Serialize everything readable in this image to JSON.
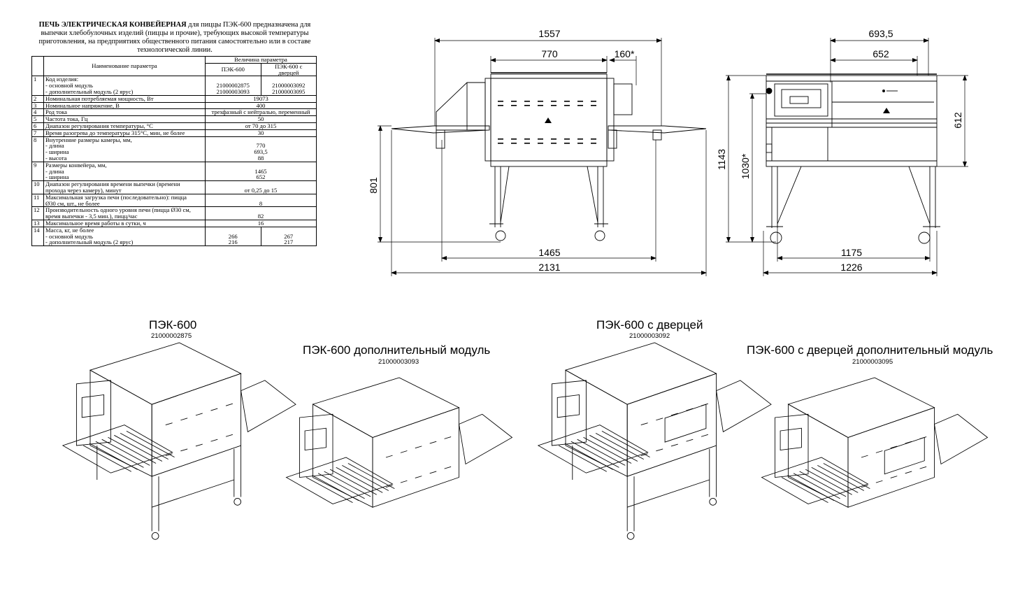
{
  "intro": {
    "bold": "ПЕЧЬ ЭЛЕКТРИЧЕСКАЯ КОНВЕЙЕРНАЯ",
    "rest": " для пиццы ПЭК-600 предназначена для выпечки хлебобулочных изделий (пиццы и прочие), требующих высокой температуры приготовления, на предприятиях общественного питания самостоятельно или в составе технологической линии."
  },
  "table": {
    "header_name": "Наименование параметра",
    "header_value": "Величина параметра",
    "col1": "ПЭК-600",
    "col2": "ПЭК-600 с\nдверцей",
    "rows": [
      {
        "n": "1",
        "name": "Код изделия:\n - основной модуль\n - дополнительный модуль (2 ярус)",
        "v1": "\n21000002875\n21000003093",
        "v2": "\n21000003092\n21000003095"
      },
      {
        "n": "2",
        "name": "Номинальная потребляемая мощность, Вт",
        "v": "19073"
      },
      {
        "n": "3",
        "name": "Номинальное напряжение, В",
        "v": "400"
      },
      {
        "n": "4",
        "name": "Род тока",
        "v": "трехфазный с нейтралью, переменный"
      },
      {
        "n": "5",
        "name": "Частота тока, Гц",
        "v": "50"
      },
      {
        "n": "6",
        "name": "Диапазон регулирования температуры, °С",
        "v": "от 70 до 315"
      },
      {
        "n": "7",
        "name": "Время разогрева до температуры 315°С, мин, не более",
        "v": "30"
      },
      {
        "n": "8",
        "name": "Внутренние размеры камеры, мм,\n - длина\n - ширина\n - высота",
        "v": "\n770\n693,5\n88"
      },
      {
        "n": "9",
        "name": "Размеры конвейера, мм,\n - длина\n - ширина",
        "v": "\n1465\n652"
      },
      {
        "n": "10",
        "name": "Диапазон регулирования времени выпечки (времени\nпрохода через камеру), минут",
        "v": "\nот 0,25 до 15"
      },
      {
        "n": "11",
        "name": "Максимальная загрузка печи (последовательно): пицца\nØ30 см, шт., не более",
        "v": "\n8"
      },
      {
        "n": "12",
        "name": "Производительность одного уровня печи (пицца Ø30 см,\nвремя выпечки - 3,5 мин.), пицц/час",
        "v": "\n82"
      },
      {
        "n": "13",
        "name": "Максимальное время работы в сутки, ч",
        "v": "16"
      },
      {
        "n": "14",
        "name": "Масса, кг, не более\n - основной модуль\n - дополнительный модуль (2 ярус)",
        "v1": "\n266\n216",
        "v2": "\n267\n217"
      }
    ]
  },
  "dimensions": {
    "front": {
      "overall_top": "1557",
      "chamber": "770",
      "side": "160*",
      "height": "801",
      "conveyor": "1465",
      "overall_bottom": "2131"
    },
    "side": {
      "top_outer": "693,5",
      "top_inner": "652",
      "height_total": "1143",
      "height_conv": "1030*",
      "top_height": "612",
      "bottom_inner": "1175",
      "bottom_outer": "1226"
    }
  },
  "models": [
    {
      "title": "ПЭК-600",
      "code": "21000002875"
    },
    {
      "title": "ПЭК-600 дополнительный модуль",
      "code": "21000003093"
    },
    {
      "title": "ПЭК-600 с дверцей",
      "code": "21000003092"
    },
    {
      "title": "ПЭК-600 с дверцей дополнительный модуль",
      "code": "21000003095"
    }
  ]
}
